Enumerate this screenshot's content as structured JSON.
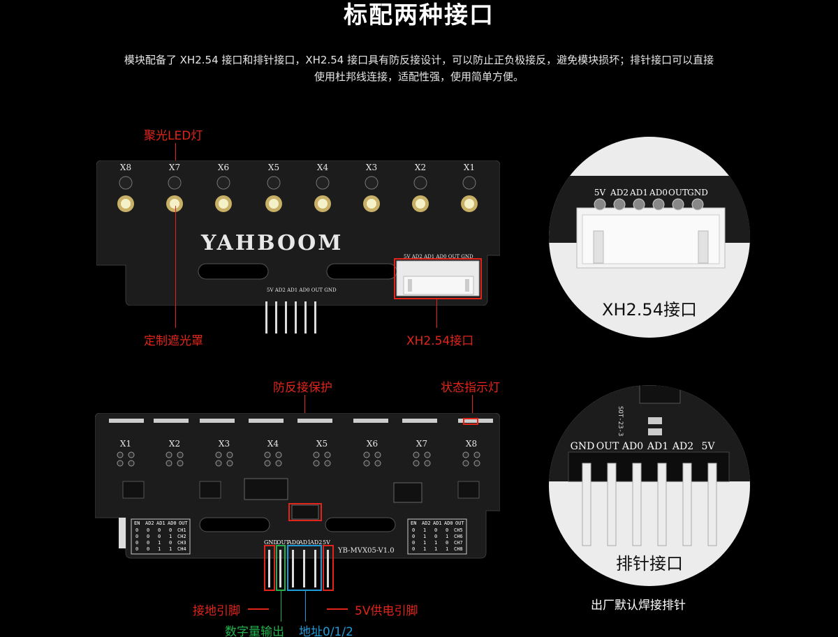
{
  "title": "标配两种接口",
  "description_line1": "模块配备了 XH2.54 接口和排针接口，XH2.54 接口具有防反接设计，可以防止正负极接反，避免模块损坏；排针接口可以直接",
  "description_line2": "使用杜邦线连接，适配性强，使用简单方便。",
  "top_board": {
    "callout_led": "聚光LED灯",
    "callout_shade": "定制遮光罩",
    "callout_xh": "XH2.54接口",
    "channels": [
      "X8",
      "X7",
      "X6",
      "X5",
      "X4",
      "X3",
      "X2",
      "X1"
    ],
    "logo": "YAHBOOM",
    "pin_labels": "5V AD2 AD1 AD0 OUT GND",
    "xh_labels": "5V AD2 AD1 AD0 OUT GND"
  },
  "circle_top": {
    "pins": [
      "5V",
      "AD2",
      "AD1",
      "AD0",
      "OUT",
      "GND"
    ],
    "caption": "XH2.54接口"
  },
  "bottom_board": {
    "callout_reverse": "防反接保护",
    "callout_status": "状态指示灯",
    "callout_gnd": "接地引脚",
    "callout_digital": "数字量输出",
    "callout_addr": "地址0/1/2",
    "callout_5v": "5V供电引脚",
    "channels": [
      "X1",
      "X2",
      "X3",
      "X4",
      "X5",
      "X6",
      "X7",
      "X8"
    ],
    "header_labels": [
      "GND",
      "OUT",
      "AD0",
      "AD1",
      "AD2",
      "5V"
    ],
    "version": "YB-MVX05-V1.0",
    "table_left": {
      "header": [
        "EN",
        "AD2",
        "AD1",
        "AD0",
        "OUT"
      ],
      "rows": [
        [
          "0",
          "0",
          "0",
          "0",
          "CH1"
        ],
        [
          "0",
          "0",
          "0",
          "1",
          "CH2"
        ],
        [
          "0",
          "0",
          "1",
          "0",
          "CH3"
        ],
        [
          "0",
          "0",
          "1",
          "1",
          "CH4"
        ]
      ]
    },
    "table_right": {
      "header": [
        "EN",
        "AD2",
        "AD1",
        "AD0",
        "OUT"
      ],
      "rows": [
        [
          "0",
          "1",
          "0",
          "0",
          "CH5"
        ],
        [
          "0",
          "1",
          "0",
          "1",
          "CH6"
        ],
        [
          "0",
          "1",
          "1",
          "0",
          "CH7"
        ],
        [
          "0",
          "1",
          "1",
          "1",
          "CH8"
        ]
      ]
    }
  },
  "circle_bottom": {
    "pins": [
      "GND",
      "OUT",
      "AD0",
      "AD1",
      "AD2",
      "5V"
    ],
    "caption": "排针接口",
    "chip_label": "SOT-23-3"
  },
  "note_bottom": "出厂默认焊接排针"
}
